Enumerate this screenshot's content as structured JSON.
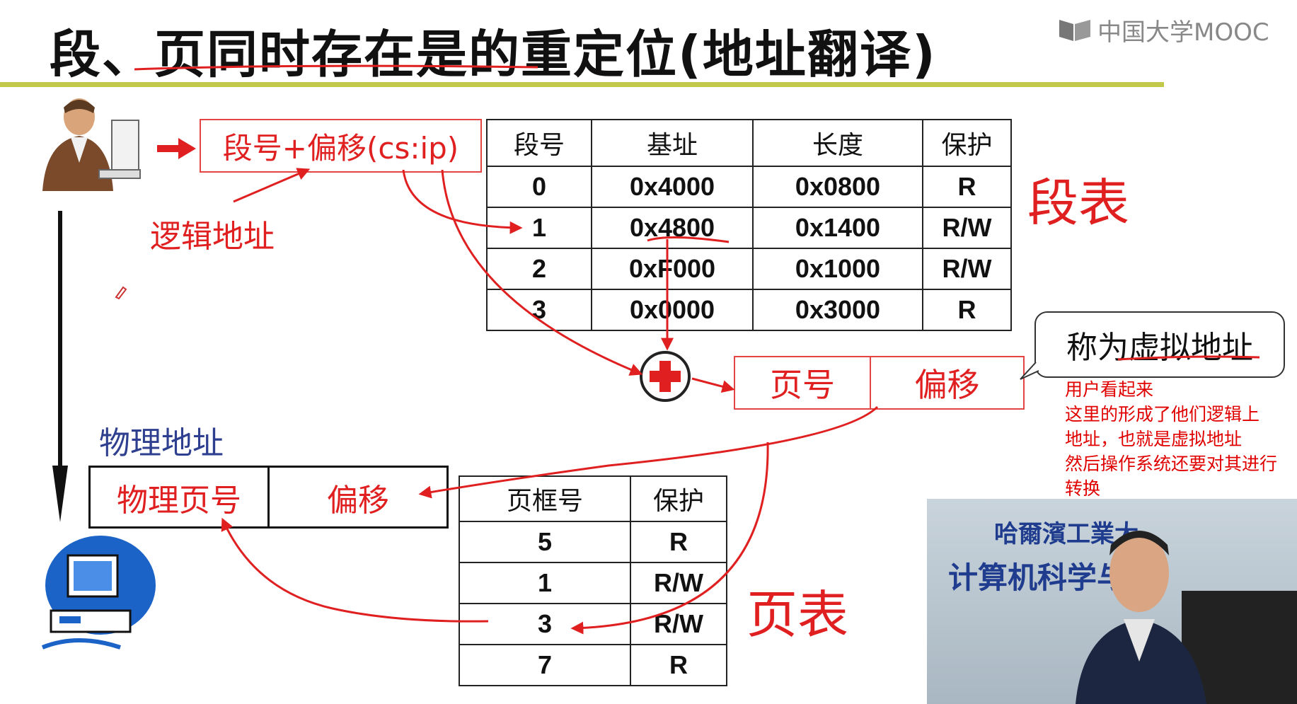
{
  "slide": {
    "title": "段、页同时存在是的重定位(地址翻译)",
    "logo_text": "中国大学MOOC",
    "logical_box": "段号+偏移(cs:ip)",
    "logical_label": "逻辑地址",
    "segment_table": {
      "headers": [
        "段号",
        "基址",
        "长度",
        "保护"
      ],
      "rows": [
        [
          "0",
          "0x4000",
          "0x0800",
          "R"
        ],
        [
          "1",
          "0x4800",
          "0x1400",
          "R/W"
        ],
        [
          "2",
          "0xF000",
          "0x1000",
          "R/W"
        ],
        [
          "3",
          "0x0000",
          "0x3000",
          "R"
        ]
      ],
      "label": "段表"
    },
    "virtual_box": {
      "left": "页号",
      "right": "偏移"
    },
    "bubble_text": "称为虚拟地址",
    "note_lines": [
      "用户看起来",
      "这里的形成了他们逻辑上",
      "地址，也就是虚拟地址",
      "然后操作系统还要对其进行",
      "转换"
    ],
    "physical_label": "物理地址",
    "physical_box": {
      "left": "物理页号",
      "right": "偏移"
    },
    "page_table": {
      "headers": [
        "页框号",
        "保护"
      ],
      "rows": [
        [
          "5",
          "R"
        ],
        [
          "1",
          "R/W"
        ],
        [
          "3",
          "R/W"
        ],
        [
          "7",
          "R"
        ]
      ],
      "label": "页表"
    },
    "video": {
      "banner_top": "哈爾濱工業大",
      "banner_main": "计算机科学与技"
    }
  },
  "colors": {
    "accent": "#e02020",
    "rule": "#c2c94a"
  }
}
